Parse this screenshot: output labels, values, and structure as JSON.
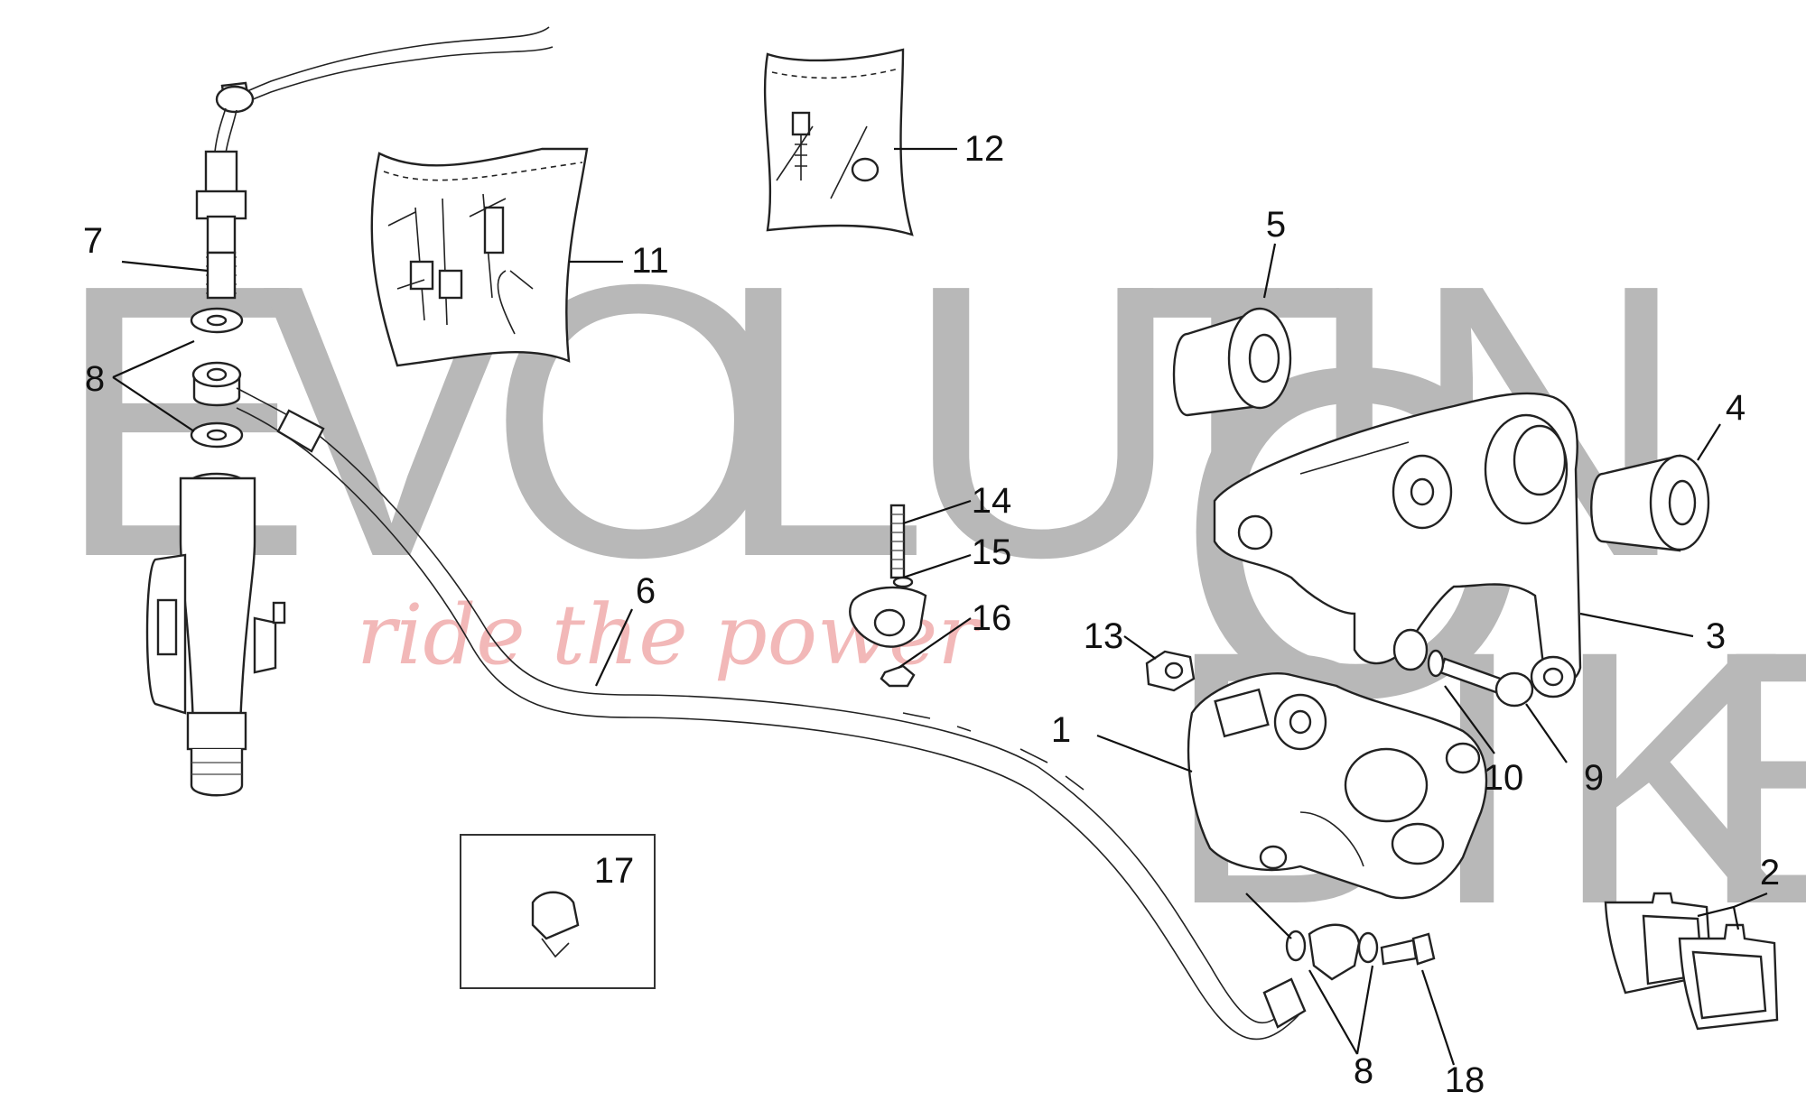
{
  "watermark": {
    "main": "EVOLUTIONBIKE",
    "letters_top": [
      "E",
      "V",
      "O",
      "L",
      "U",
      "T",
      "I",
      "O",
      "N"
    ],
    "letters_bottom": [
      "B",
      "I",
      "K",
      "E"
    ],
    "tagline": "ride the power",
    "color": "#b8b8b8",
    "tagline_color": "#f2b8b8"
  },
  "callouts": [
    "1",
    "2",
    "3",
    "4",
    "5",
    "6",
    "7",
    "8",
    "9",
    "10",
    "11",
    "12",
    "13",
    "14",
    "15",
    "16",
    "17",
    "18",
    "8"
  ],
  "parts": [
    {
      "ref": "1",
      "icon": "brake-caliper-icon"
    },
    {
      "ref": "2",
      "icon": "brake-pads-icon"
    },
    {
      "ref": "3",
      "icon": "caliper-bracket-icon"
    },
    {
      "ref": "4",
      "icon": "bushing-icon"
    },
    {
      "ref": "5",
      "icon": "bushing-icon"
    },
    {
      "ref": "6",
      "icon": "brake-hose-icon"
    },
    {
      "ref": "7",
      "icon": "stop-switch-icon"
    },
    {
      "ref": "8",
      "icon": "washer-icon"
    },
    {
      "ref": "9",
      "icon": "screw-icon"
    },
    {
      "ref": "10",
      "icon": "washer-icon"
    },
    {
      "ref": "11",
      "icon": "parts-bag-icon"
    },
    {
      "ref": "12",
      "icon": "parts-bag-icon"
    },
    {
      "ref": "13",
      "icon": "nut-icon"
    },
    {
      "ref": "14",
      "icon": "stud-icon"
    },
    {
      "ref": "15",
      "icon": "clamp-icon"
    },
    {
      "ref": "16",
      "icon": "nut-icon"
    },
    {
      "ref": "17",
      "icon": "hose-clip-icon"
    },
    {
      "ref": "18",
      "icon": "screw-icon"
    }
  ],
  "colors": {
    "line": "#111111",
    "background": "#ffffff"
  }
}
